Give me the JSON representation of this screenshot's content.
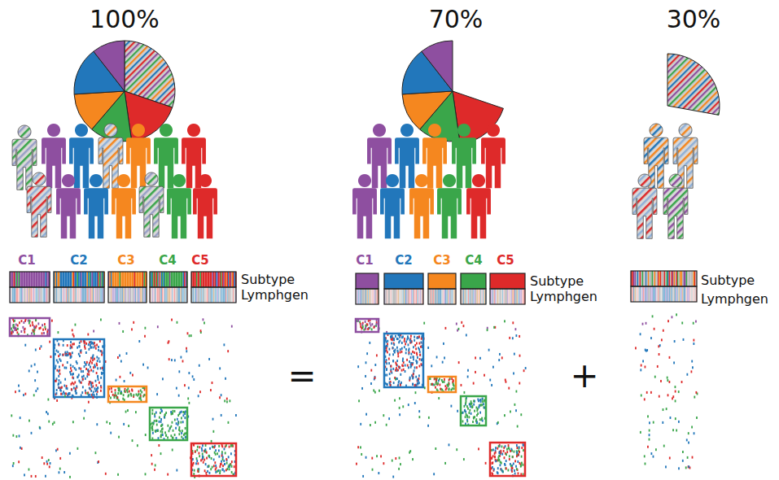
{
  "diagram": {
    "labels": [
      "100%",
      "70%",
      "30%",
      "C1",
      "C2",
      "C3",
      "C4",
      "C5",
      "Subtype",
      "Lymphgen",
      "=",
      "C1",
      "C2",
      "C3",
      "C4",
      "C5",
      "Subtype",
      "Lymphgen",
      "+",
      "Subtype",
      "Lymphgen"
    ]
  }
}
